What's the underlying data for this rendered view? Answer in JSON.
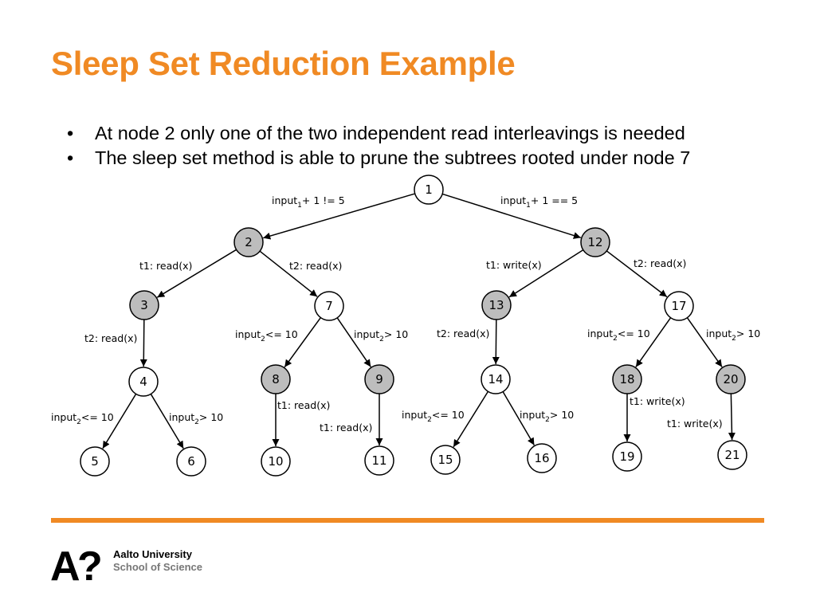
{
  "slide": {
    "title": "Sleep Set Reduction Example",
    "bullet_char": "•",
    "bullets": [
      "At node 2 only one of the two independent read interleavings is needed",
      "The sleep set method is able to prune the subtrees rooted under node 7"
    ]
  },
  "colors": {
    "accent": "#f08a24",
    "node_gray": "#bdbdbd",
    "node_white": "#ffffff"
  },
  "tree": {
    "nodes": [
      {
        "id": "1",
        "shaded": false
      },
      {
        "id": "2",
        "shaded": true
      },
      {
        "id": "12",
        "shaded": true
      },
      {
        "id": "3",
        "shaded": true
      },
      {
        "id": "7",
        "shaded": false
      },
      {
        "id": "13",
        "shaded": true
      },
      {
        "id": "17",
        "shaded": false
      },
      {
        "id": "4",
        "shaded": false
      },
      {
        "id": "8",
        "shaded": true
      },
      {
        "id": "9",
        "shaded": true
      },
      {
        "id": "14",
        "shaded": false
      },
      {
        "id": "18",
        "shaded": true
      },
      {
        "id": "20",
        "shaded": true
      },
      {
        "id": "5",
        "shaded": false
      },
      {
        "id": "6",
        "shaded": false
      },
      {
        "id": "10",
        "shaded": false
      },
      {
        "id": "11",
        "shaded": false
      },
      {
        "id": "15",
        "shaded": false
      },
      {
        "id": "16",
        "shaded": false
      },
      {
        "id": "19",
        "shaded": false
      },
      {
        "id": "21",
        "shaded": false
      }
    ],
    "edges": [
      {
        "from": "1",
        "to": "2",
        "label": {
          "main": "input",
          "sub": "1",
          "rest": "+ 1 != 5"
        }
      },
      {
        "from": "1",
        "to": "12",
        "label": {
          "main": "input",
          "sub": "1",
          "rest": "+ 1 == 5"
        }
      },
      {
        "from": "2",
        "to": "3",
        "label": {
          "main": "t1: read(x)",
          "sub": "",
          "rest": ""
        }
      },
      {
        "from": "2",
        "to": "7",
        "label": {
          "main": "t2: read(x)",
          "sub": "",
          "rest": ""
        }
      },
      {
        "from": "12",
        "to": "13",
        "label": {
          "main": "t1: write(x)",
          "sub": "",
          "rest": ""
        }
      },
      {
        "from": "12",
        "to": "17",
        "label": {
          "main": "t2: read(x)",
          "sub": "",
          "rest": ""
        }
      },
      {
        "from": "3",
        "to": "4",
        "label": {
          "main": "t2: read(x)",
          "sub": "",
          "rest": ""
        }
      },
      {
        "from": "7",
        "to": "8",
        "label": {
          "main": "input",
          "sub": "2",
          "rest": "<= 10"
        }
      },
      {
        "from": "7",
        "to": "9",
        "label": {
          "main": "input",
          "sub": "2",
          "rest": "> 10"
        }
      },
      {
        "from": "13",
        "to": "14",
        "label": {
          "main": "t2: read(x)",
          "sub": "",
          "rest": ""
        }
      },
      {
        "from": "17",
        "to": "18",
        "label": {
          "main": "input",
          "sub": "2",
          "rest": "<= 10"
        }
      },
      {
        "from": "17",
        "to": "20",
        "label": {
          "main": "input",
          "sub": "2",
          "rest": "> 10"
        }
      },
      {
        "from": "4",
        "to": "5",
        "label": {
          "main": "input",
          "sub": "2",
          "rest": "<= 10"
        }
      },
      {
        "from": "4",
        "to": "6",
        "label": {
          "main": "input",
          "sub": "2",
          "rest": "> 10"
        }
      },
      {
        "from": "8",
        "to": "10",
        "label": {
          "main": "t1: read(x)",
          "sub": "",
          "rest": ""
        }
      },
      {
        "from": "9",
        "to": "11",
        "label": {
          "main": "t1: read(x)",
          "sub": "",
          "rest": ""
        }
      },
      {
        "from": "14",
        "to": "15",
        "label": {
          "main": "input",
          "sub": "2",
          "rest": "<= 10"
        }
      },
      {
        "from": "14",
        "to": "16",
        "label": {
          "main": "input",
          "sub": "2",
          "rest": "> 10"
        }
      },
      {
        "from": "18",
        "to": "19",
        "label": {
          "main": "t1: write(x)",
          "sub": "",
          "rest": ""
        }
      },
      {
        "from": "20",
        "to": "21",
        "label": {
          "main": "t1: write(x)",
          "sub": "",
          "rest": ""
        }
      }
    ]
  },
  "footer": {
    "logo_text": "A?",
    "university": "Aalto University",
    "school": "School of Science"
  }
}
